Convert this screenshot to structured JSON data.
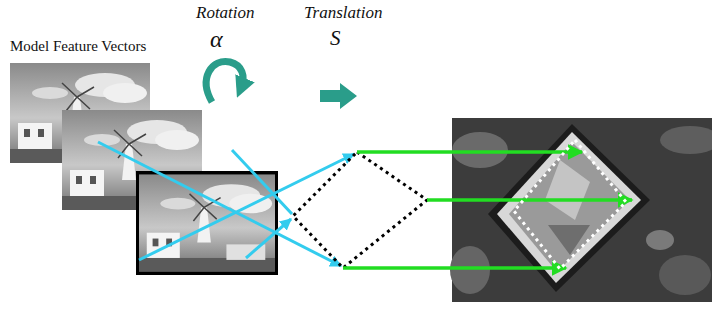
{
  "diagram": {
    "labels": [
      "Model Feature Vectors",
      "Rotation",
      "α",
      "Translation",
      "S"
    ]
  }
}
